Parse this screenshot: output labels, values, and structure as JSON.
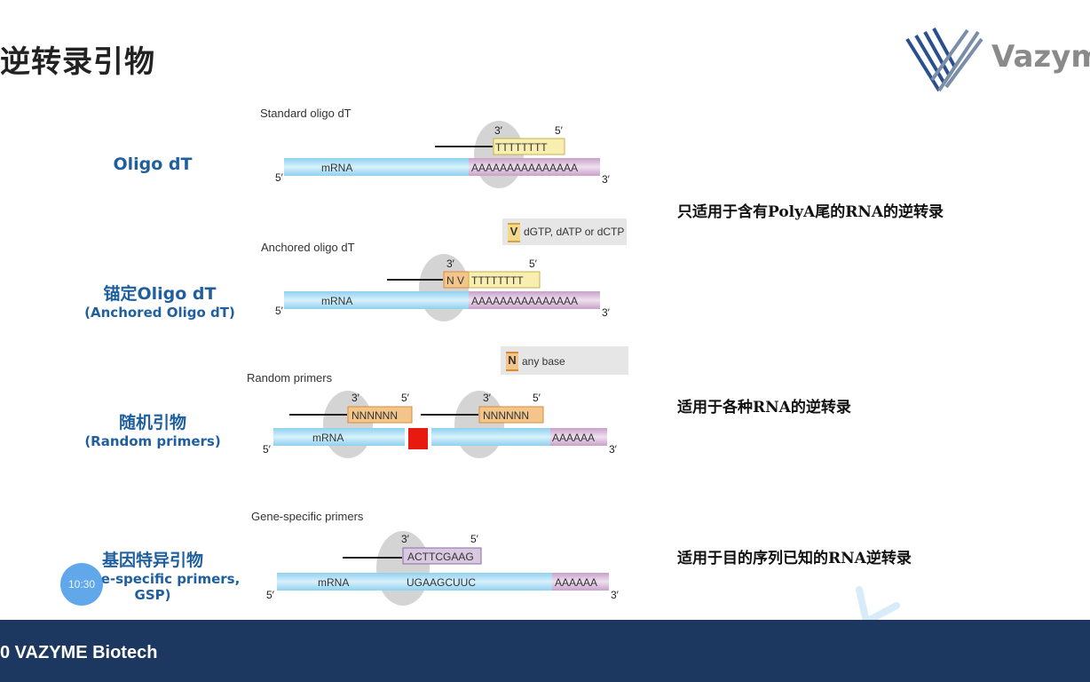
{
  "title": "逆转录引物",
  "brand": {
    "logo_text": "Vazym",
    "footer_text": "0  VAZYME Biotech"
  },
  "badge_time": "10:30",
  "rows": [
    {
      "label": "Oligo dT",
      "sublabel": "",
      "caption": "Standard oligo dT",
      "note": "只适用于含有PolyA尾的RNA的逆转录"
    },
    {
      "label": "锚定Oligo dT",
      "sublabel": "(Anchored Oligo dT)",
      "caption": "Anchored oligo dT",
      "legend": "dGTP, dATP or dCTP",
      "legend_letter": "V"
    },
    {
      "label": "随机引物",
      "sublabel": "(Random primers)",
      "caption": "Random primers",
      "legend": "any base",
      "legend_letter": "N",
      "note": "适用于各种RNA的逆转录"
    },
    {
      "label": "基因特异引物",
      "sublabel": "e-specific primers,",
      "sublabel2": "GSP)",
      "caption": "Gene-specific primers",
      "note": "适用于目的序列已知的RNA逆转录"
    }
  ],
  "diagram": {
    "mrna": "mRNA",
    "five_prime": "5′",
    "three_prime": "3′",
    "polyA_long": "AAAAAAAAAAAAAAA",
    "polyA_short": "AAAAAA",
    "oligo_t": "TTTTTTTT",
    "anchor": "N V",
    "random": "NNNNNN",
    "gsp_primer": "ACTTCGAAG",
    "gsp_target": "UGAAGCUUC"
  }
}
